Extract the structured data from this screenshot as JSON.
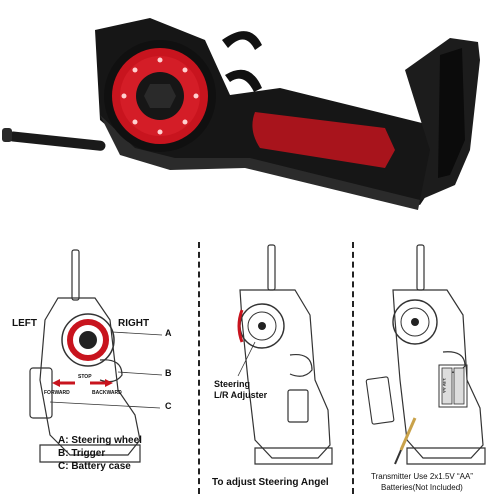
{
  "panel1": {
    "left": "LEFT",
    "right": "RIGHT",
    "a": "A",
    "b": "B",
    "c": "C",
    "stop": "STOP",
    "forward": "FORWARD",
    "backward": "BACKWARD",
    "legend": [
      "A: Steering wheel",
      "B: Trigger",
      "C: Battery case"
    ]
  },
  "panel2": {
    "steering": "Steering",
    "adjuster": "L/R Adjuster",
    "caption": "To adjust Steering Angel"
  },
  "panel3": {
    "battery_label": "1.5V AA",
    "caption_line1": "Transmitter Use 2x1.5V “AA”",
    "caption_line2": "Batteries(Not Included)"
  }
}
